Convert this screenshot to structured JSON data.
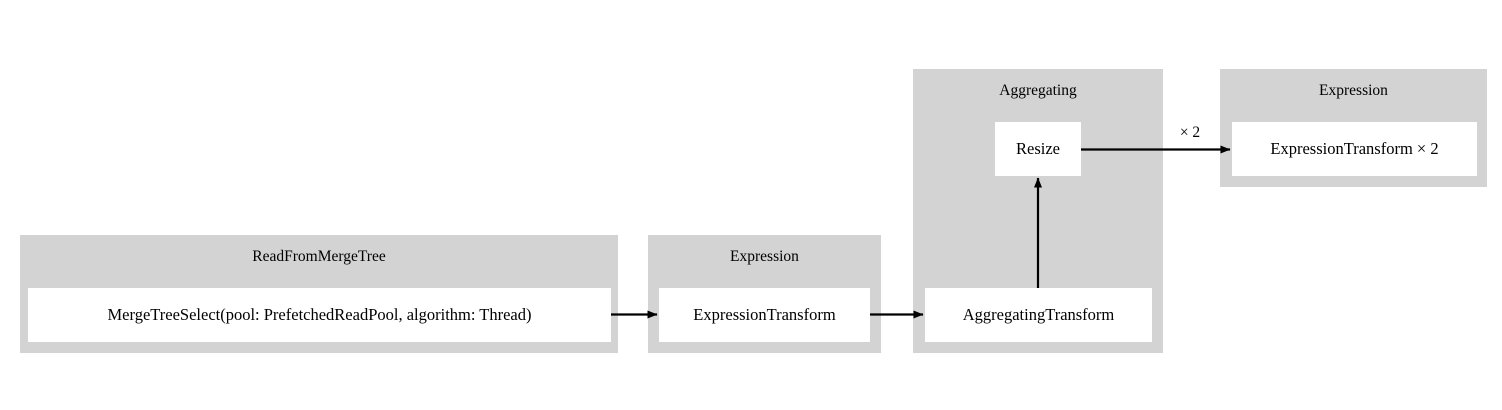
{
  "diagram": {
    "type": "query-pipeline-graph",
    "background_color": "#ffffff",
    "cluster_color": "#d3d3d3",
    "node_color": "#ffffff",
    "edge_color": "#000000",
    "clusters": [
      {
        "id": "read-from-merge-tree",
        "title": "ReadFromMergeTree",
        "nodes": [
          {
            "id": "merge-tree-select",
            "label": "MergeTreeSelect(pool: PrefetchedReadPool, algorithm: Thread)"
          }
        ]
      },
      {
        "id": "expression-1",
        "title": "Expression",
        "nodes": [
          {
            "id": "expression-transform",
            "label": "ExpressionTransform"
          }
        ]
      },
      {
        "id": "aggregating",
        "title": "Aggregating",
        "nodes": [
          {
            "id": "resize",
            "label": "Resize"
          },
          {
            "id": "aggregating-transform",
            "label": "AggregatingTransform"
          }
        ]
      },
      {
        "id": "expression-2",
        "title": "Expression",
        "nodes": [
          {
            "id": "expression-transform-x2",
            "label": "ExpressionTransform × 2"
          }
        ]
      }
    ],
    "edges": [
      {
        "id": "edge-merge-to-expression",
        "from": "merge-tree-select",
        "to": "expression-transform",
        "label": ""
      },
      {
        "id": "edge-expression-to-aggregating",
        "from": "expression-transform",
        "to": "aggregating-transform",
        "label": ""
      },
      {
        "id": "edge-aggregating-to-resize",
        "from": "aggregating-transform",
        "to": "resize",
        "label": ""
      },
      {
        "id": "edge-resize-to-expression2",
        "from": "resize",
        "to": "expression-transform-x2",
        "label": "× 2"
      }
    ]
  }
}
